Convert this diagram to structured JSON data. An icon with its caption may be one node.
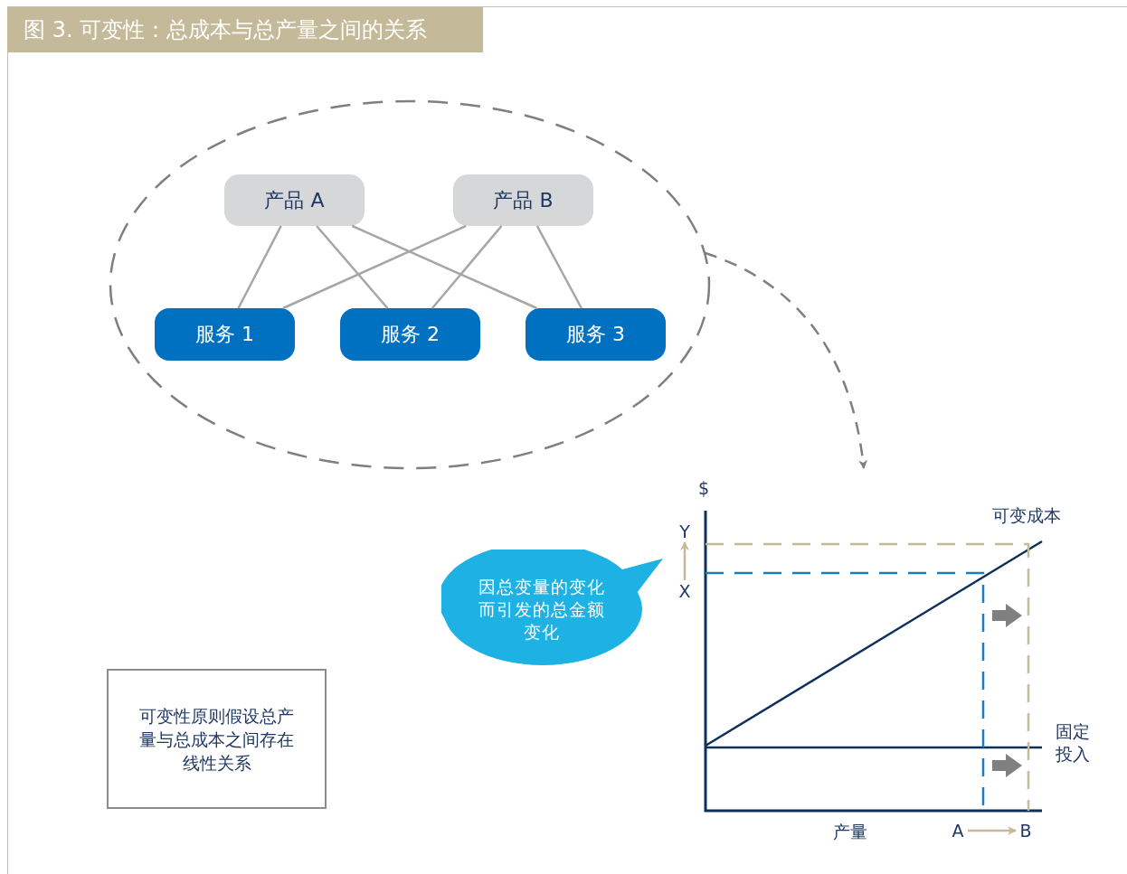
{
  "diagram": {
    "title": "图 3. 可变性：总成本与总产量之间的关系",
    "nodes": [
      {
        "text": [],
        "shape": "ellipse"
      },
      {
        "text": [
          "产品 A"
        ],
        "in": 0
      },
      {
        "text": [
          "产品 B"
        ],
        "in": 0
      },
      {
        "text": [
          "服务 1"
        ],
        "in": 0
      },
      {
        "text": [
          "服务 2"
        ],
        "in": 0
      },
      {
        "text": [
          "服务 3"
        ],
        "in": 0
      },
      {
        "text": [
          "Y"
        ]
      },
      {
        "text": [
          "X"
        ]
      },
      {
        "text": [
          "因总变量的变化而引发的总金额变化"
        ]
      },
      {
        "text": [
          "A"
        ]
      },
      {
        "text": [
          "B"
        ]
      },
      {
        "text": [
          "可变性原则假设总产量与总成本之间存在线性关系"
        ]
      }
    ],
    "edges": [
      {
        "from": 1,
        "to": 3,
        "arrow": "none"
      },
      {
        "from": 1,
        "to": 4,
        "arrow": "none"
      },
      {
        "from": 1,
        "to": 5,
        "arrow": "none"
      },
      {
        "from": 2,
        "to": 3,
        "arrow": "none"
      },
      {
        "from": 2,
        "to": 4,
        "arrow": "none"
      },
      {
        "from": 2,
        "to": 5,
        "arrow": "none"
      },
      {
        "from": 0,
        "to": null,
        "arrow": "to",
        "style": "dashed",
        "color": "#7f7f7f"
      },
      {
        "from": 7,
        "to": 6,
        "arrow": "to",
        "color": "#c4b998"
      },
      {
        "from": 9,
        "to": 10,
        "arrow": "to",
        "color": "#c4b998"
      }
    ],
    "labels": [
      "$",
      "可变成本",
      "固定投入",
      "产量"
    ]
  }
}
